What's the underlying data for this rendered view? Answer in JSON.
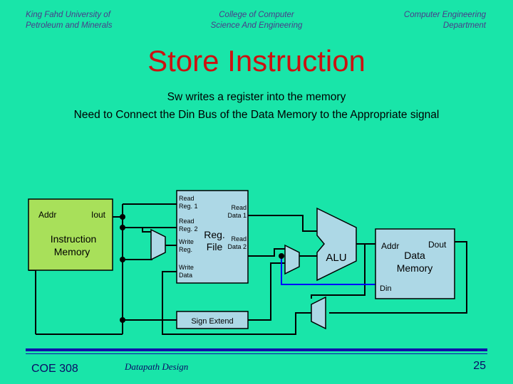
{
  "header": {
    "left_line1": "King Fahd University of",
    "left_line2": "Petroleum and Minerals",
    "mid_line1": "College of Computer",
    "mid_line2": "Science And Engineering",
    "right_line1": "Computer Engineering",
    "right_line2": "Department"
  },
  "title": "Store Instruction",
  "subtitle_line1": "Sw writes a register into the memory",
  "subtitle_line2": "Need to Connect the Din Bus of the Data Memory to the Appropriate signal",
  "diagram": {
    "imem": {
      "addr": "Addr",
      "iout": "Iout",
      "name1": "Instruction",
      "name2": "Memory"
    },
    "regfile": {
      "read_reg1_a": "Read",
      "read_reg1_b": "Reg. 1",
      "read_reg2_a": "Read",
      "read_reg2_b": "Reg. 2",
      "write_reg_a": "Write",
      "write_reg_b": "Reg.",
      "write_data_a": "Write",
      "write_data_b": "Data",
      "read_data1_a": "Read",
      "read_data1_b": "Data 1",
      "read_data2_a": "Read",
      "read_data2_b": "Data 2",
      "name1": "Reg.",
      "name2": "File"
    },
    "alu": "ALU",
    "dmem": {
      "addr": "Addr",
      "dout": "Dout",
      "name1": "Data",
      "name2": "Memory",
      "din": "Din"
    },
    "sign_extend": "Sign Extend",
    "colors": {
      "imem_fill": "#A8E05A",
      "box_fill": "#ADD8E6",
      "highlight_wire": "#0000FF"
    }
  },
  "footer": {
    "course": "COE 308",
    "topic": "Datapath Design",
    "page": "25"
  }
}
